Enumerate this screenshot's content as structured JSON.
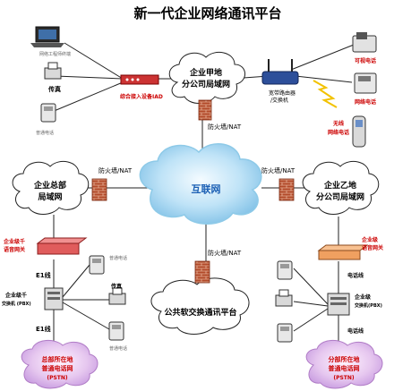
{
  "title": "新一代企业网络通讯平台",
  "internet": "互联网",
  "branch_a_lan": [
    "企业甲地",
    "分公司局域网"
  ],
  "hq_lan": [
    "企业总部",
    "局域网"
  ],
  "branch_b_lan": [
    "企业乙地",
    "分公司局域网"
  ],
  "softswitch": "公共软交换通讯平台",
  "firewall": "防火墙/NAT",
  "top_left": {
    "laptop": "网络工程师终端",
    "fax": "传真",
    "phone": "普通电话",
    "gateway": "综合接入设备IAD"
  },
  "top_right": {
    "router_line1": "宽带路由器",
    "router_line2": "/交换机",
    "ip_phone": "可视电话",
    "net_phone": "网络电话",
    "wifi_line1": "无线",
    "wifi_line2": "网络电话"
  },
  "hq": {
    "gateway_line1": "企业级千",
    "gateway_line2": "语音网关",
    "e1_top": "E1线",
    "e1_bottom": "E1线",
    "pbx_line1": "企业级千",
    "pbx_line2": "交换机 (PBX)",
    "phone1": "普通电话",
    "fax": "传真",
    "phone2": "普通电话",
    "pstn_line1": "总部所在地",
    "pstn_line2": "普通电话网",
    "pstn_line3": "(PSTN)"
  },
  "branch_b": {
    "gateway_line1": "企业级",
    "gateway_line2": "语音网关",
    "ext_label": "电话线",
    "pbx_line1": "企业级",
    "pbx_line2": "交换机(PBX)",
    "ext_label2": "电话线",
    "pstn_line1": "分部所在地",
    "pstn_line2": "普通电话网",
    "pstn_line3": "(PSTN)"
  }
}
